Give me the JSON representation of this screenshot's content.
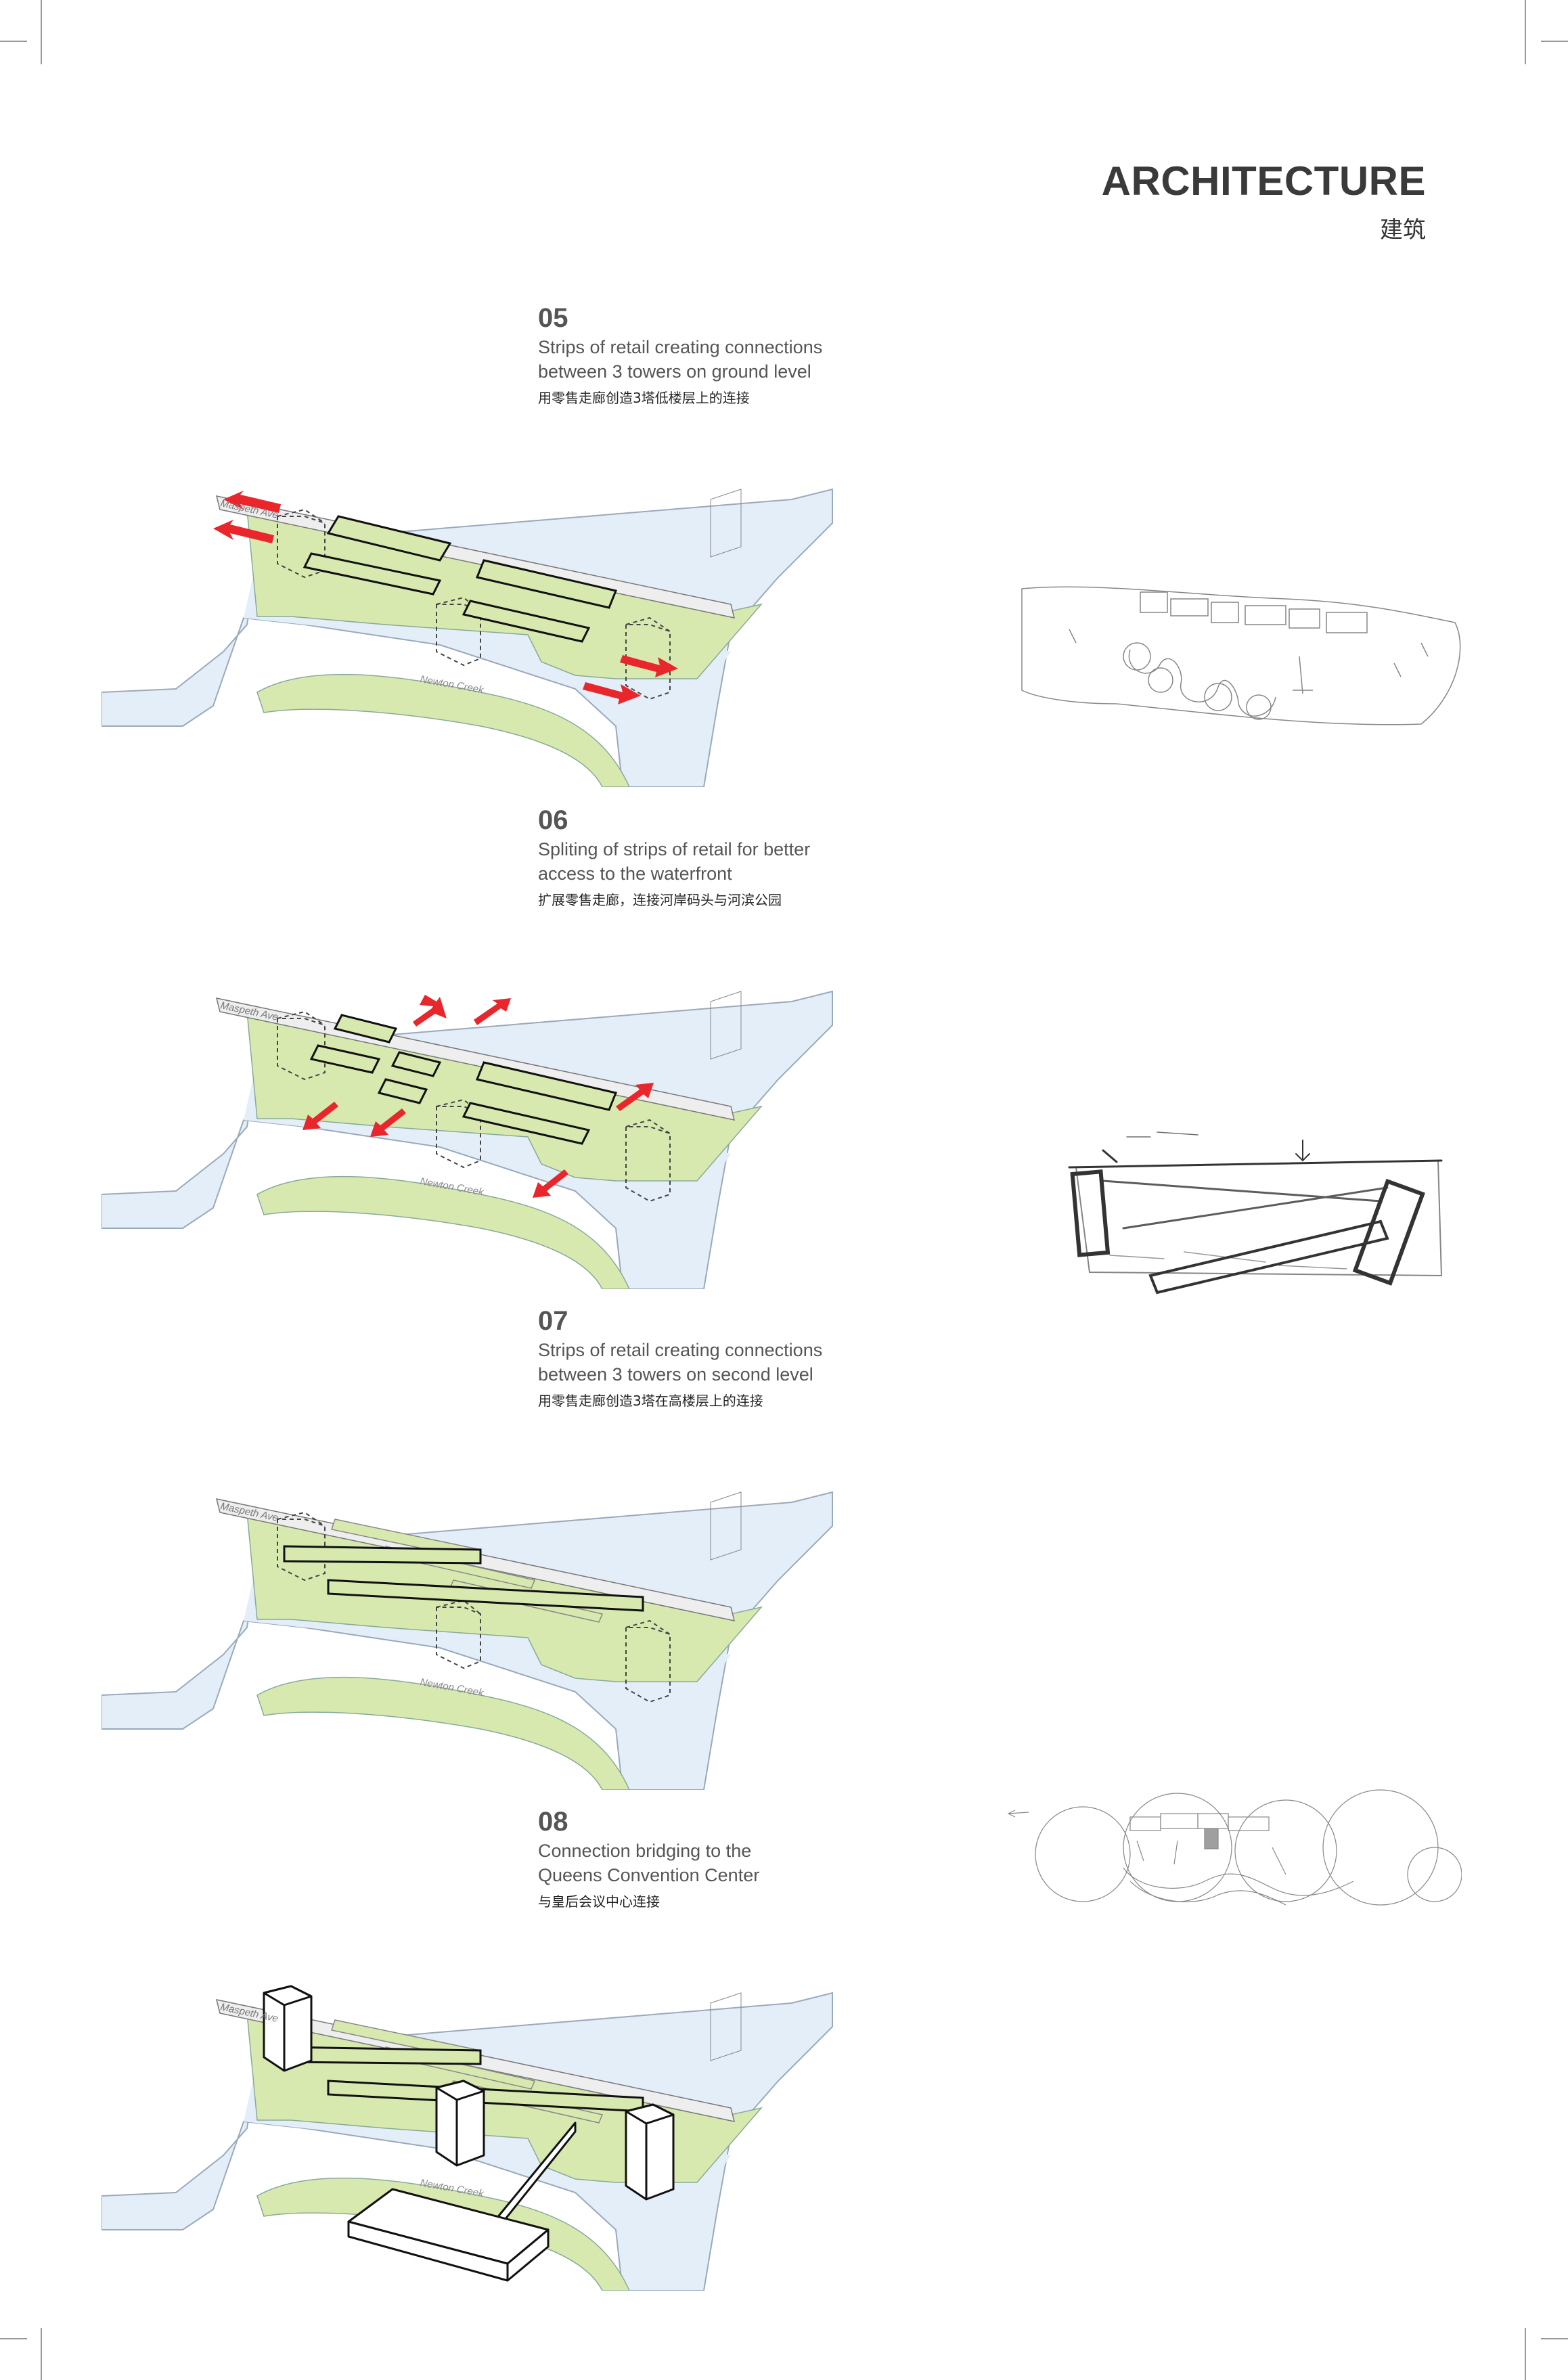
{
  "header": {
    "title": "ARCHITECTURE",
    "subtitle": "建筑"
  },
  "steps": [
    {
      "number": "05",
      "line1": "Strips of retail creating connections",
      "line2": "between 3 towers on ground level",
      "caption_cn": "用零售走廊创造3塔低楼层上的连接",
      "street": "Maspeth Ave",
      "creek": "Newton Creek"
    },
    {
      "number": "06",
      "line1": "Spliting of strips of retail for better",
      "line2": "access to the waterfront",
      "caption_cn": "扩展零售走廊，连接河岸码头与河滨公园",
      "street": "Maspeth Ave",
      "creek": "Newton Creek"
    },
    {
      "number": "07",
      "line1": "Strips of retail creating connections",
      "line2": "between 3 towers on second level",
      "caption_cn": "用零售走廊创造3塔在高楼层上的连接",
      "street": "Maspeth Ave",
      "creek": "Newton Creek"
    },
    {
      "number": "08",
      "line1": "Connection bridging to the",
      "line2": "Queens Convention Center",
      "caption_cn": "与皇后会议中心连接",
      "street": "Maspeth Ave",
      "creek": "Newton Creek"
    }
  ],
  "colors": {
    "land": "#d8e9b0",
    "water": "#e3eef8",
    "arrow": "#e8262b",
    "header": "#3a3a3a"
  }
}
